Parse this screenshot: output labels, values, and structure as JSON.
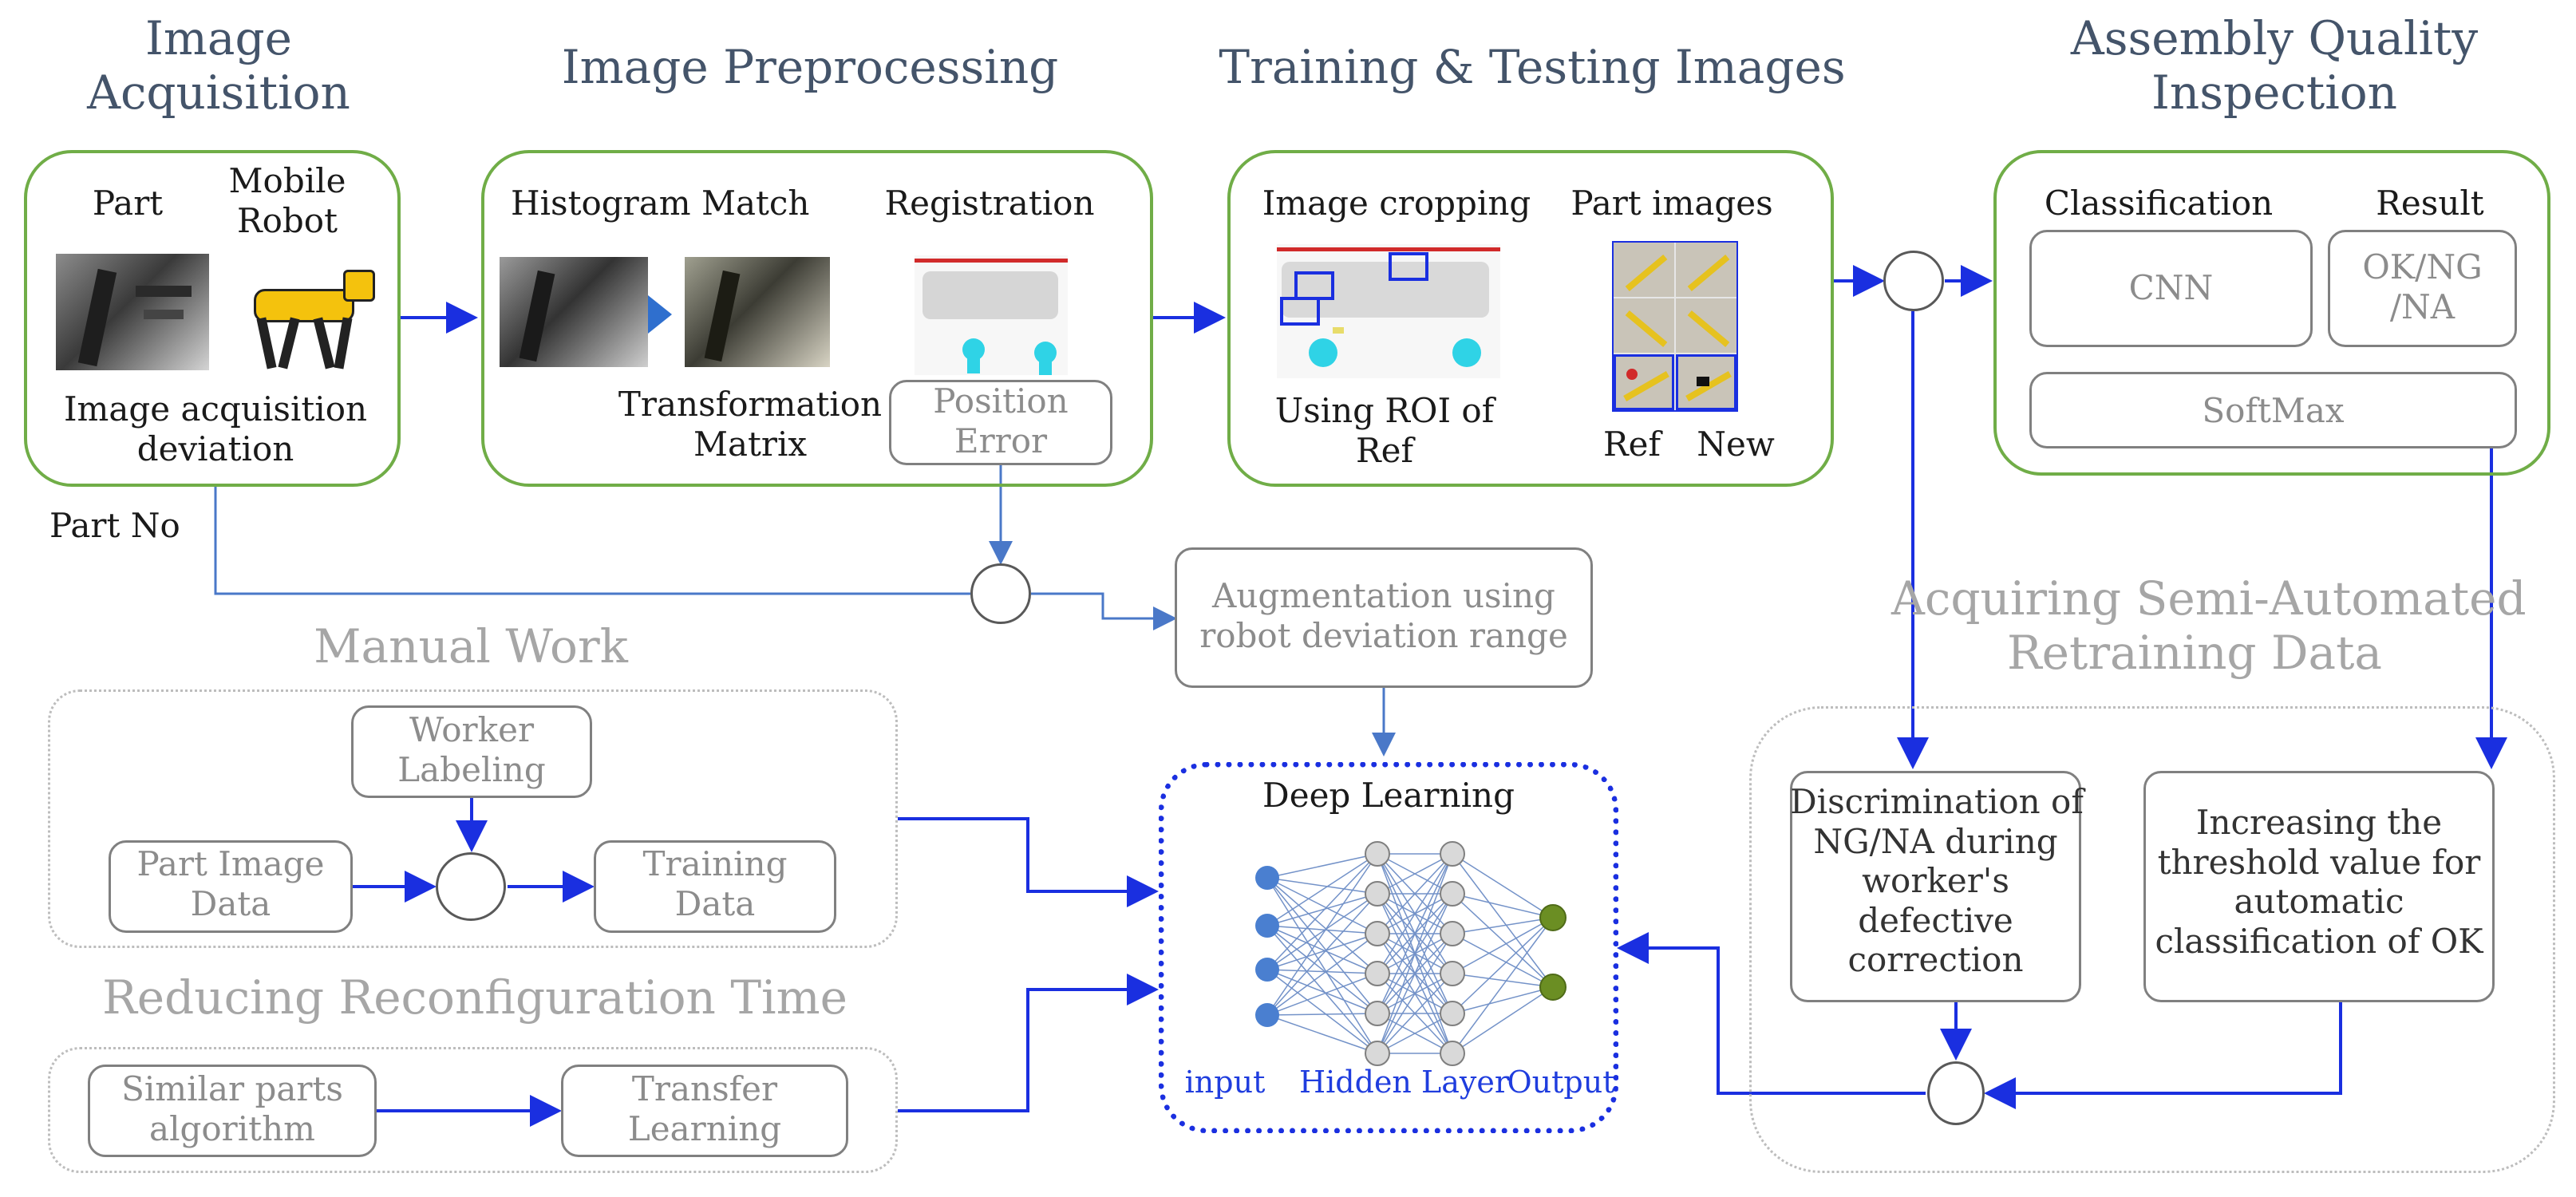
{
  "headers": {
    "acquisition": "Image\nAcquisition",
    "preprocessing": "Image Preprocessing",
    "training": "Training & Testing Images",
    "inspection": "Assembly Quality\nInspection",
    "manual_work": "Manual Work",
    "reducing": "Reducing Reconfiguration Time",
    "semi_auto": "Acquiring Semi-Automated\nRetraining Data"
  },
  "acquisition": {
    "part_label": "Part",
    "robot_label": "Mobile\nRobot",
    "deviation_label": "Image acquisition\ndeviation",
    "part_no_label": "Part No"
  },
  "preprocessing": {
    "histogram_label": "Histogram Match",
    "registration_label": "Registration",
    "transformation_label": "Transformation\nMatrix",
    "position_error_label": "Position\nError"
  },
  "training": {
    "cropping_label": "Image cropping",
    "part_images_label": "Part images",
    "roi_label": "Using ROI of\nRef",
    "ref_label": "Ref",
    "new_label": "New"
  },
  "inspection": {
    "classification_label": "Classification",
    "result_label": "Result",
    "cnn_label": "CNN",
    "result_value": "OK/NG\n/NA",
    "softmax_label": "SoftMax"
  },
  "augmentation_label": "Augmentation using\nrobot deviation range",
  "manual": {
    "worker_labeling": "Worker\nLabeling",
    "part_image_data": "Part Image\nData",
    "training_data": "Training\nData"
  },
  "reducing": {
    "similar_parts": "Similar parts\nalgorithm",
    "transfer_learning": "Transfer\nLearning"
  },
  "deep_learning": {
    "title": "Deep Learning",
    "input_label": "input",
    "hidden_label": "Hidden Layer",
    "output_label": "Output"
  },
  "semi": {
    "discrimination": "Discrimination of\nNG/NA during\nworker's\ndefective\ncorrection",
    "threshold": "Increasing the\nthreshold value for\nautomatic\nclassification of OK"
  },
  "colors": {
    "green_border": "#70ad47",
    "blue_arrow": "#1a2fe0",
    "light_blue_line": "#4a78c8",
    "header_dark": "#44546a",
    "header_gray": "#a6a6a6"
  }
}
